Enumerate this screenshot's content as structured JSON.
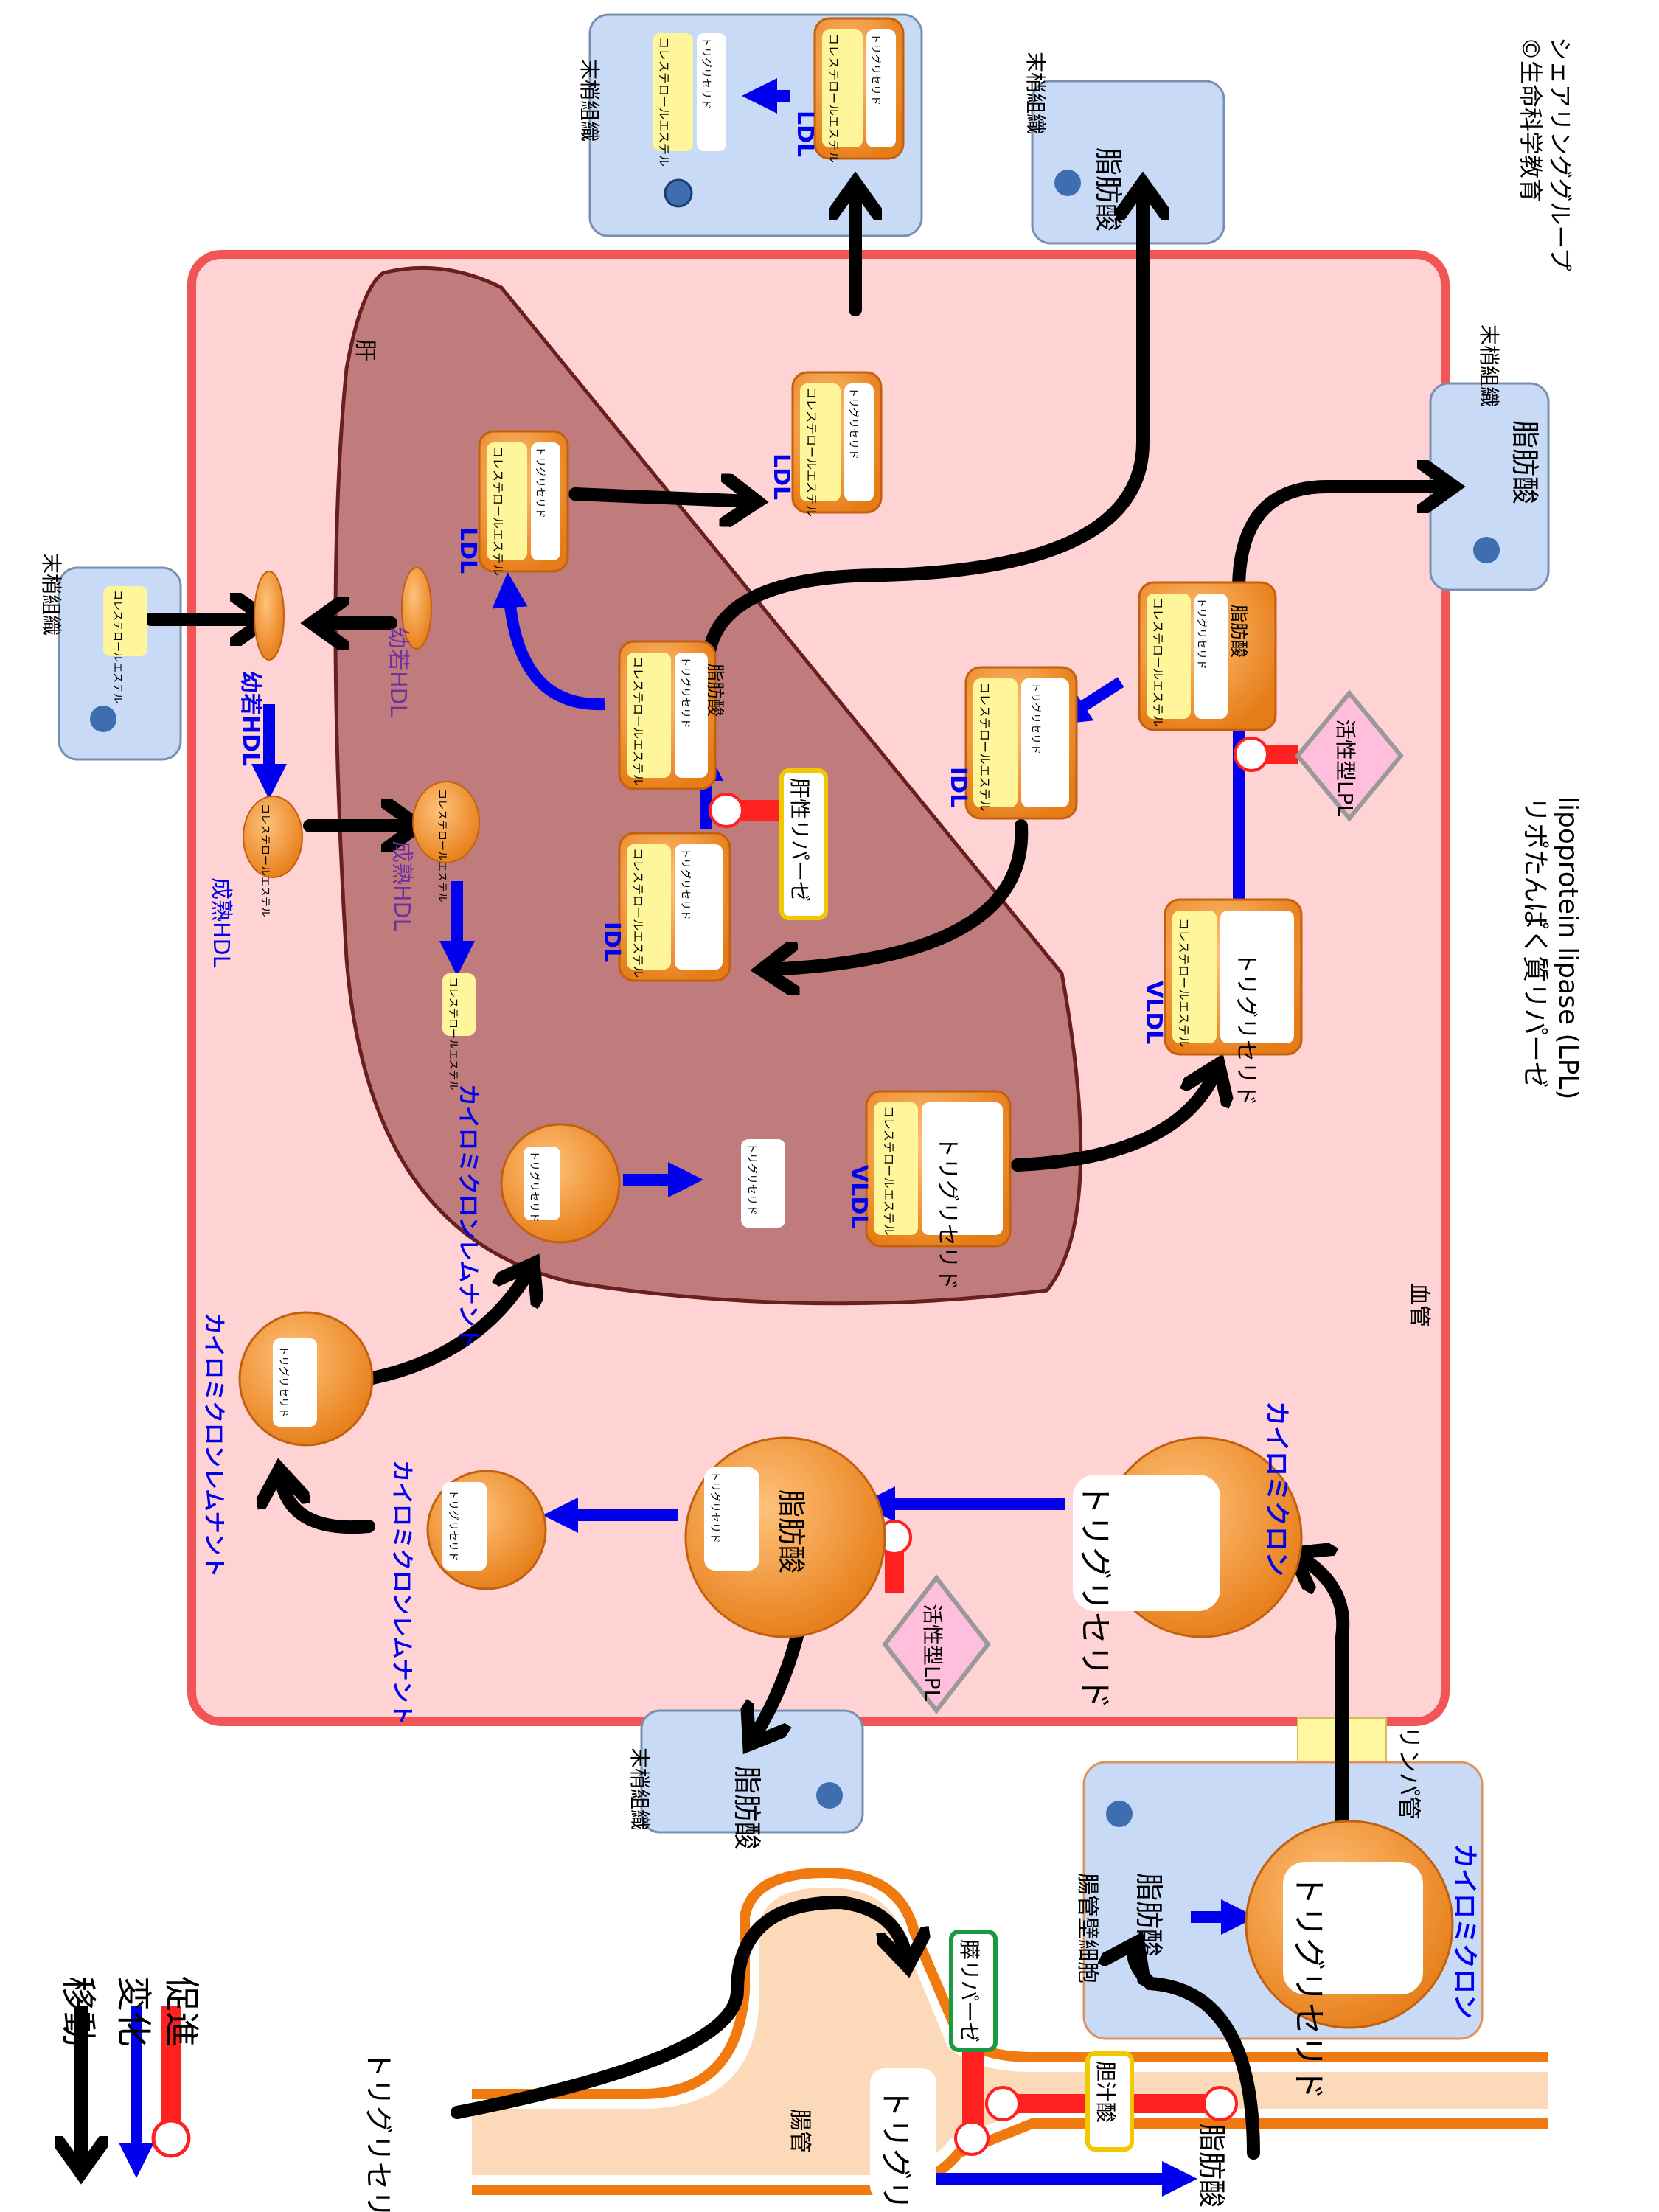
{
  "labels": {
    "liver": "肝",
    "blood_vessel": "血管",
    "intestine": "腸管",
    "intestinal_cell": "腸管壁細胞",
    "lymph": "リンパ管",
    "peripheral": "末梢組織",
    "triglyceride": "トリグリセリド",
    "triglyceride_short": "トリグリセリド",
    "fatty_acid": "脂肪酸",
    "chol_ester": "コレステロールエステル",
    "chol_ester_short": "コレステロールエステル",
    "chylomicron": "カイロミクロン",
    "chylomicron_remnant": "カイロミクロンレムナント",
    "vldl": "VLDL",
    "idl": "IDL",
    "ldl": "LDL",
    "immature_hdl": "幼若HDL",
    "mature_hdl": "成熟HDL",
    "active_lpl": "活性型LPL",
    "hepatic_lipase": "肝性リパーゼ",
    "pancreatic_lipase": "膵リパーゼ",
    "bile_acid": "胆汁酸",
    "lpl_jp": "リポたんぱく質リパーゼ",
    "lpl_en": "lipoprotein lipase (LPL)",
    "copyright1": "©生命科学教育",
    "copyright2": "シェアリンググループ"
  },
  "legend": {
    "move": "移動",
    "change": "変化",
    "promote": "促進"
  },
  "colors": {
    "orange": "#F08A24",
    "blue": "#0000EE",
    "red": "#FF2020",
    "liver": "#B86A6A",
    "vessel": "#FFD0D0",
    "vessel_border": "#F05050",
    "tissue": "#C5D8F5"
  }
}
